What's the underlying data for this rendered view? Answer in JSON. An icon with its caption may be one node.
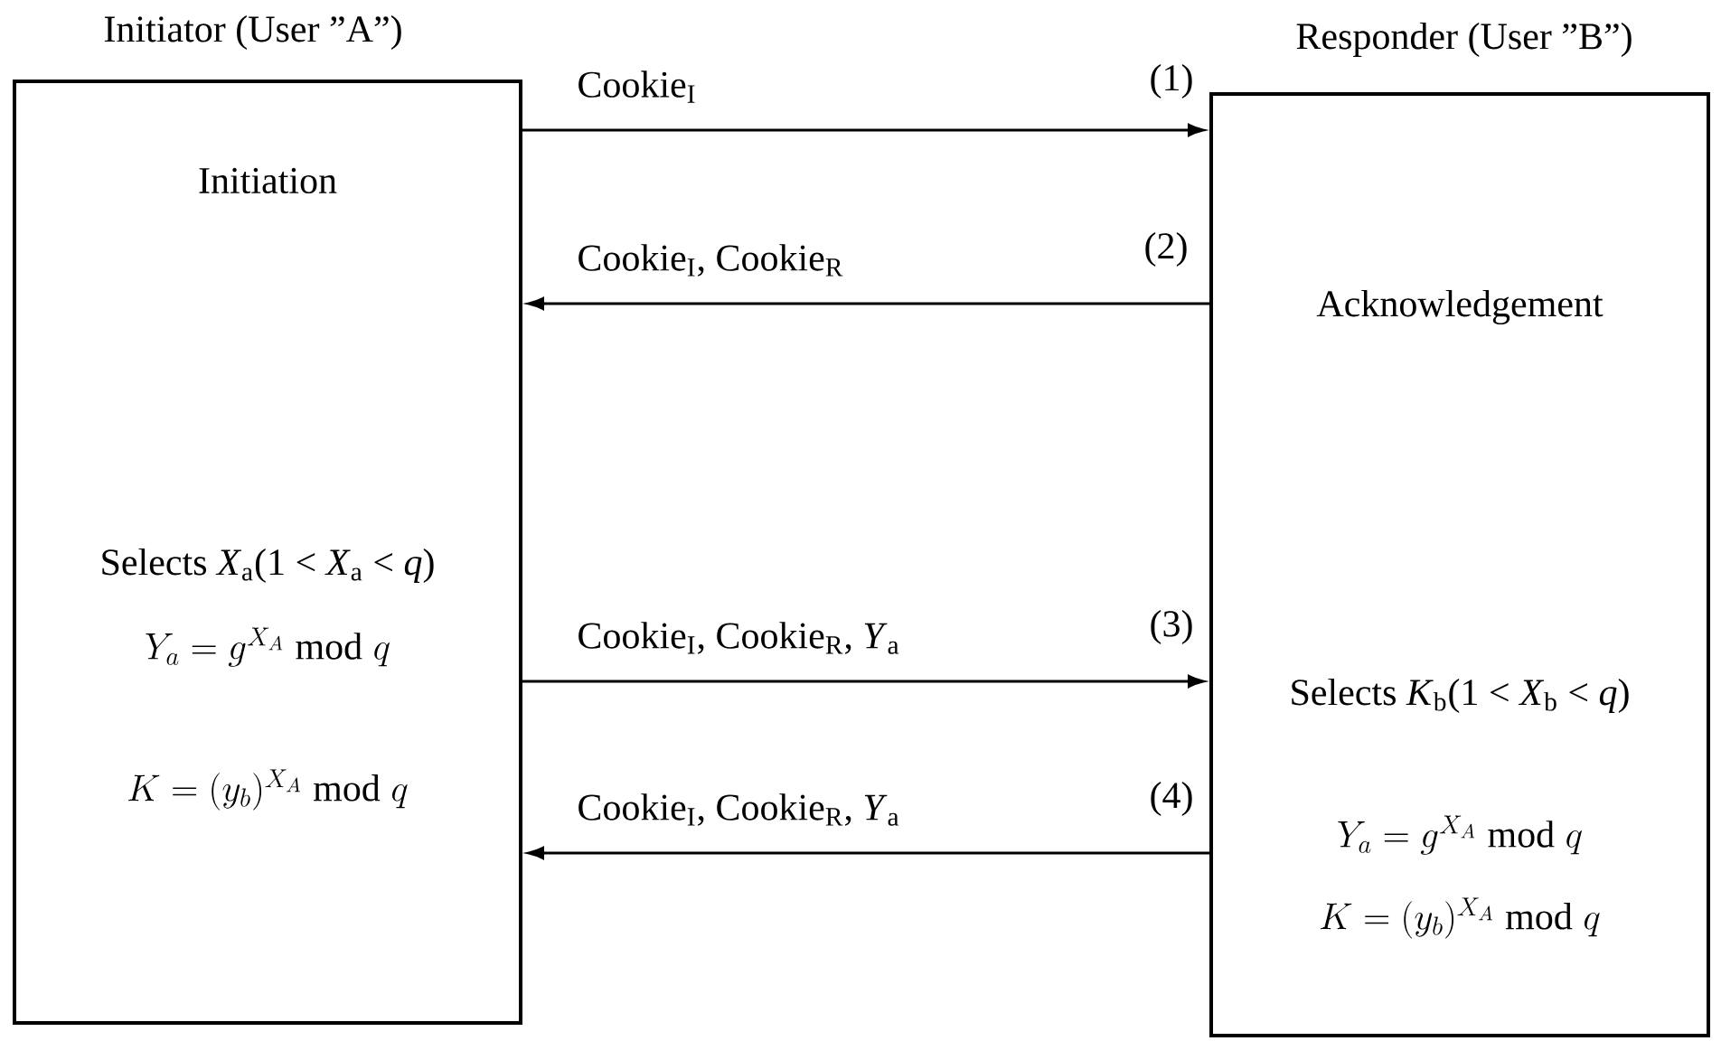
{
  "diagram": {
    "nodes": [
      {
        "text": [
          "Initiator (User ”A”)",
          "Initiation",
          "Selects *X*$_{a}$(1 <  *X*$_{a}$ < *q*)",
          "Y_a = g^{X_A} \\bmod q",
          "K = (y_b)^{X_A} \\bmod q"
        ]
      },
      {
        "text": [
          "Responder (User ”B”)",
          "Acknowledgement",
          "Selects *K*$_{b}$(1 <  *X*$_{b}$ < *q*)",
          "Y_a = g^{X_A} \\bmod q",
          "K = (y_b)^{X_A} \\bmod q"
        ]
      }
    ],
    "edges": [
      {
        "from": 0,
        "to": 1,
        "arrow": "to",
        "label": "Cookie$_{I}$"
      },
      {
        "from": 1,
        "to": 0,
        "arrow": "to",
        "label": "Cookie$_{I}$,      Cookie$_{R}$"
      },
      {
        "from": 0,
        "to": 1,
        "arrow": "to",
        "label": "Cookie$_{I}$,      Cookie$_{R}$, *Y*$_{a}$"
      },
      {
        "from": 1,
        "to": 0,
        "arrow": "to",
        "label": "Cookie$_{I}$,      Cookie$_{R}$, *Y*$_{a}$"
      }
    ],
    "labels": [
      "(1)",
      "(2)",
      "(3)",
      "(4)"
    ]
  }
}
